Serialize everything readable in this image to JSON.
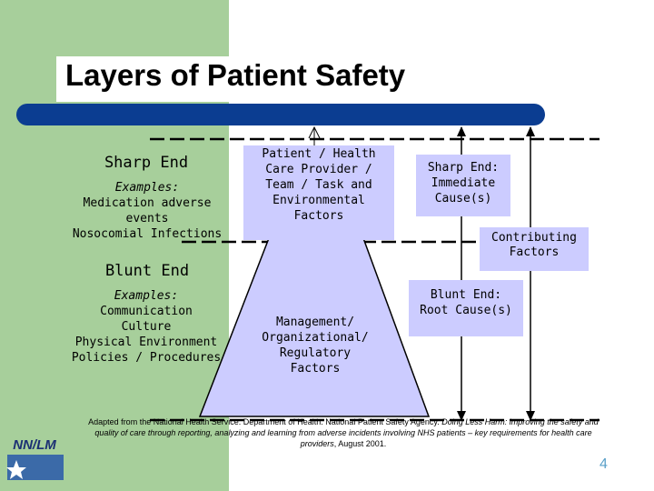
{
  "slide": {
    "title": "Layers of Patient Safety",
    "page_number": "4"
  },
  "left": {
    "sharp_end": "Sharp End",
    "sharp_examples_heading": "Examples:",
    "sharp_example_1": "Medication adverse",
    "sharp_example_2": "events",
    "sharp_example_3": "Nosocomial Infections",
    "blunt_end": "Blunt End",
    "blunt_examples_heading": "Examples:",
    "blunt_example_1": "Communication",
    "blunt_example_2": "Culture",
    "blunt_example_3": "Physical Environment",
    "blunt_example_4": "Policies / Procedures"
  },
  "center": {
    "top_box_lines": [
      "Patient / Health",
      "Care Provider /",
      "Team / Task and",
      "Environmental",
      "Factors"
    ],
    "bottom_lines": [
      "Management/",
      "Organizational/",
      "Regulatory",
      "Factors"
    ]
  },
  "right": {
    "sharp_box_lines": [
      "Sharp End:",
      "Immediate",
      "Cause(s)"
    ],
    "contributing_lines": [
      "Contributing",
      "Factors"
    ],
    "blunt_box_lines": [
      "Blunt End:",
      "Root Cause(s)"
    ]
  },
  "footnote": {
    "part1": "Adapted from the National Health Service. Department of Health. National Patient Safety Agency.",
    "title_italic": "Doing Less Harm: improving the safety and quality of care through reporting, analyzing and learning from adverse incidents involving NHS patients – key requirements for health care providers",
    "part2": ", August 2001."
  },
  "logo": {
    "text": "NN/LM"
  },
  "colors": {
    "background_green": "#a7cf9b",
    "title_bar": "#0b3d91",
    "box_fill": "#ccccff",
    "page_number": "#5aa0c8"
  }
}
